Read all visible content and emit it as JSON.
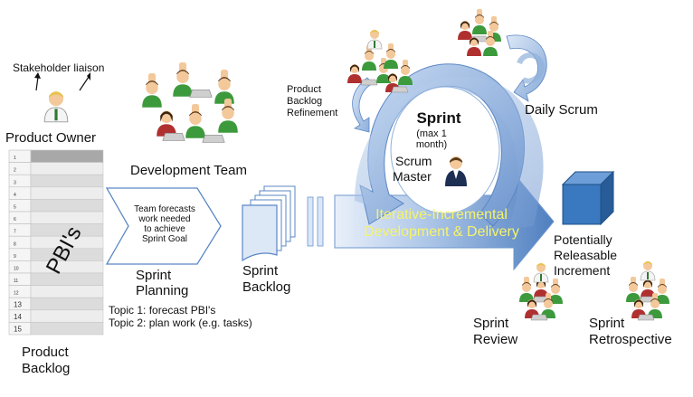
{
  "labels": {
    "stakeholder": "Stakeholder liaison",
    "product_owner": "Product Owner",
    "development_team": "Development Team",
    "pbis": "PBI's",
    "product_backlog": [
      "Product",
      "Backlog"
    ],
    "forecast_note": [
      "Team forecasts",
      "work needed",
      "to achieve",
      "Sprint Goal"
    ],
    "sprint_planning": [
      "Sprint",
      "Planning"
    ],
    "topics": [
      "Topic 1: forecast PBI's",
      "Topic 2: plan work (e.g. tasks)"
    ],
    "sprint_backlog": [
      "Sprint",
      "Backlog"
    ],
    "refinement": [
      "Product",
      "Backlog",
      "Refinement"
    ],
    "sprint": "Sprint",
    "sprint_duration": [
      "(max 1",
      "month)"
    ],
    "scrum_master": [
      "Scrum",
      "Master"
    ],
    "daily_scrum": "Daily Scrum",
    "iterative": [
      "Iterative-Incremental",
      "Development & Delivery"
    ],
    "increment": [
      "Potentially",
      "Releasable",
      "Increment"
    ],
    "sprint_review": [
      "Sprint",
      "Review"
    ],
    "sprint_retrospective": [
      "Sprint",
      "Retrospective"
    ]
  },
  "backlog_row_numbers": [
    "1",
    "2",
    "3",
    "4",
    "5",
    "6",
    "7",
    "8",
    "9",
    "10",
    "11",
    "12",
    "13",
    "14",
    "15"
  ],
  "colors": {
    "blue_light": "#d6e4f5",
    "blue_mid": "#8fb0da",
    "blue_dark": "#4f7fc0",
    "cube": "#3a78bf",
    "highlight_text": "#f6f36a",
    "shirt_green": "#3c9a3c",
    "shirt_red": "#b03030",
    "skin": "#f3c89a",
    "laptop": "#c8c8c8"
  }
}
